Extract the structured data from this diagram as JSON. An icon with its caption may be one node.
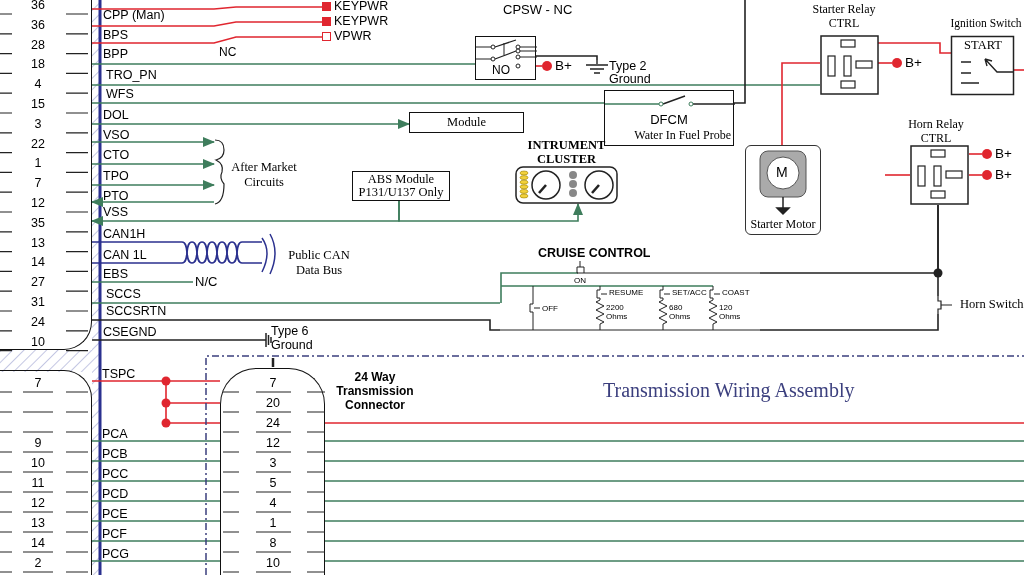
{
  "diagram": {
    "nodes": [
      {
        "text": [
          "36",
          "36",
          "28",
          "18",
          "4",
          "15",
          "3",
          "22",
          "1",
          "7",
          "12",
          "35",
          "13",
          "14",
          "27",
          "31",
          "24",
          "10"
        ]
      },
      {
        "text": [
          "7",
          "9",
          "10",
          "11",
          "12",
          "13",
          "14",
          "2"
        ]
      },
      {
        "text": [
          "Transmission Wiring Assembly"
        ]
      },
      {
        "text": [
          "7",
          "20",
          "24",
          "12",
          "3",
          "5",
          "4",
          "1",
          "8",
          "10"
        ],
        "beside": [
          "24 Way Transmission Connector"
        ],
        "in": 2
      },
      {
        "text": [
          "KEYPWR"
        ]
      },
      {
        "text": [
          "KEYPWR"
        ]
      },
      {
        "text": [
          "VPWR"
        ]
      },
      {
        "text": [
          "NO"
        ]
      },
      {
        "text": [
          "B+"
        ]
      },
      {
        "text": [
          "Type 2 Ground"
        ]
      },
      {
        "text": [
          "Module"
        ]
      },
      {
        "text": [
          "DFCM",
          "Water In Fuel Probe"
        ]
      },
      {
        "text": [
          "After Market Circuits"
        ]
      },
      {
        "text": [
          "ABS Module P131/U137 Only"
        ]
      },
      {
        "text": [
          "INTRUMENT CLUSTER"
        ]
      },
      {
        "text": [
          "Public CAN Data Bus"
        ]
      },
      {
        "text": [
          "N/C"
        ]
      },
      {
        "text": [
          "Type 6 Ground"
        ]
      },
      {
        "text": [
          "CRUISE CONTROL"
        ]
      },
      {
        "text": [
          "Starter Relay CTRL"
        ]
      },
      {
        "text": [
          "B+"
        ]
      },
      {
        "text": [
          "Ignition Switch",
          "START"
        ]
      },
      {
        "text": [
          "M",
          "Starter Motor"
        ]
      },
      {
        "text": [
          "Horn Relay CTRL"
        ]
      },
      {
        "text": [
          "B+"
        ]
      },
      {
        "text": [
          "B+"
        ]
      },
      {
        "text": [
          "Horn Switch"
        ]
      }
    ],
    "edges": [
      {
        "from": 0,
        "to": 4,
        "arrow": "none",
        "color": "#e0262f"
      },
      {
        "from": 0,
        "to": 5,
        "arrow": "none",
        "label": "CPP (Man)",
        "color": "#e0262f"
      },
      {
        "from": 0,
        "to": 6,
        "arrow": "none",
        "label": "BPS",
        "color": "#e0262f"
      },
      {
        "from": 0,
        "to": 7,
        "arrow": "none",
        "label": "BPP"
      },
      {
        "from": 0,
        "to": 19,
        "arrow": "none",
        "label": "TRO_PN"
      },
      {
        "from": 0,
        "to": 11,
        "arrow": "none",
        "label": "WFS"
      },
      {
        "from": 0,
        "to": 10,
        "arrow": "to",
        "label": "DOL"
      },
      {
        "from": 0,
        "to": 12,
        "arrow": "to",
        "label": "VSO"
      },
      {
        "from": 0,
        "to": 12,
        "arrow": "to",
        "label": "CTO"
      },
      {
        "from": 0,
        "to": 12,
        "arrow": "to",
        "label": "TPO"
      },
      {
        "from": 12,
        "to": 0,
        "arrow": "to",
        "label": "PTO"
      },
      {
        "from": 13,
        "to": 0,
        "arrow": "to",
        "label": "VSS"
      },
      {
        "from": 13,
        "to": 14,
        "arrow": "to"
      },
      {
        "from": 0,
        "to": 15,
        "arrow": "none",
        "label": "CAN1H",
        "color": "#2b318f"
      },
      {
        "from": 0,
        "to": 15,
        "arrow": "none",
        "label": "CAN 1L",
        "color": "#2b318f"
      },
      {
        "from": 0,
        "to": 16,
        "arrow": "none",
        "label": "EBS"
      },
      {
        "from": 0,
        "to": 18,
        "arrow": "none",
        "label": "SCCS"
      },
      {
        "from": 0,
        "to": 18,
        "arrow": "none",
        "label": "SCCSRTN",
        "color": "#222222"
      },
      {
        "from": 0,
        "to": 17,
        "arrow": "none",
        "label": "CSEGND",
        "color": "#222222"
      },
      {
        "from": 7,
        "to": 8,
        "arrow": "none",
        "color": "#e0262f"
      },
      {
        "from": 7,
        "to": 9,
        "arrow": "none",
        "color": "#222222"
      },
      {
        "from": 11,
        "to": null,
        "arrow": "none",
        "color": "#222222"
      },
      {
        "from": 19,
        "to": 21,
        "arrow": "none",
        "color": "#e0262f"
      },
      {
        "from": 19,
        "to": 20,
        "arrow": "none",
        "color": "#e0262f"
      },
      {
        "from": 19,
        "to": 22,
        "arrow": "none",
        "color": "#e0262f"
      },
      {
        "from": 21,
        "to": null,
        "arrow": "none",
        "color": "#e0262f"
      },
      {
        "from": 23,
        "to": 24,
        "arrow": "none",
        "color": "#e0262f"
      },
      {
        "from": 23,
        "to": 25,
        "arrow": "none",
        "color": "#e0262f"
      },
      {
        "from": null,
        "to": 23,
        "arrow": "none",
        "color": "#e0262f"
      },
      {
        "from": 18,
        "to": 23,
        "arrow": "none",
        "color": "#222222"
      },
      {
        "from": 23,
        "to": 26,
        "arrow": "none",
        "color": "#222222"
      },
      {
        "from": 18,
        "to": 26,
        "arrow": "none",
        "color": "#222222"
      },
      {
        "from": 1,
        "to": 3,
        "arrow": "none",
        "label": "TSPC",
        "color": "#e0262f"
      },
      {
        "from": 1,
        "to": 3,
        "arrow": "none",
        "label": "PCA"
      },
      {
        "from": 1,
        "to": 3,
        "arrow": "none",
        "label": "PCB"
      },
      {
        "from": 1,
        "to": 3,
        "arrow": "none",
        "label": "PCC"
      },
      {
        "from": 1,
        "to": 3,
        "arrow": "none",
        "label": "PCD"
      },
      {
        "from": 1,
        "to": 3,
        "arrow": "none",
        "label": "PCE"
      },
      {
        "from": 1,
        "to": 3,
        "arrow": "none",
        "label": "PCF"
      },
      {
        "from": 1,
        "to": 3,
        "arrow": "none",
        "label": "PCG"
      },
      {
        "from": 3,
        "to": null,
        "arrow": "none",
        "color": "#e0262f"
      },
      {
        "from": 3,
        "to": null,
        "arrow": "none"
      },
      {
        "from": 3,
        "to": null,
        "arrow": "none"
      },
      {
        "from": 3,
        "to": null,
        "arrow": "none"
      },
      {
        "from": 3,
        "to": null,
        "arrow": "none"
      },
      {
        "from": 3,
        "to": null,
        "arrow": "none"
      },
      {
        "from": 3,
        "to": null,
        "arrow": "none"
      },
      {
        "from": 3,
        "to": null,
        "arrow": "none"
      }
    ],
    "labels": [
      "CPSW - NC",
      "NC",
      "ON",
      "RESUME",
      "SET/ACC",
      "COAST",
      "OFF",
      "2200 Ohms",
      "680 Ohms",
      "120 Ohms"
    ]
  }
}
